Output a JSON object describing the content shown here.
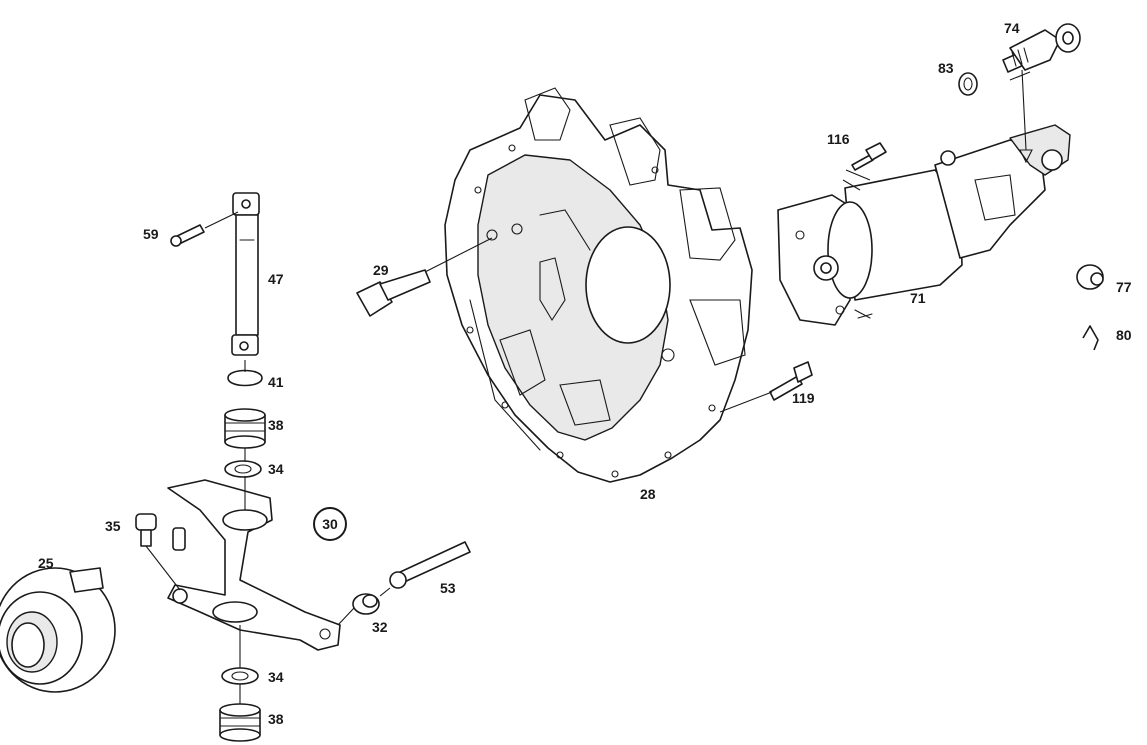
{
  "callouts": {
    "c74": "74",
    "c83": "83",
    "c116": "116",
    "c59": "59",
    "c47": "47",
    "c29": "29",
    "c71": "71",
    "c77": "77",
    "c80": "80",
    "c41": "41",
    "c119": "119",
    "c38a": "38",
    "c34a": "34",
    "c28": "28",
    "c35": "35",
    "c30": "30",
    "c25": "25",
    "c53": "53",
    "c32": "32",
    "c34b": "34",
    "c38b": "38"
  }
}
